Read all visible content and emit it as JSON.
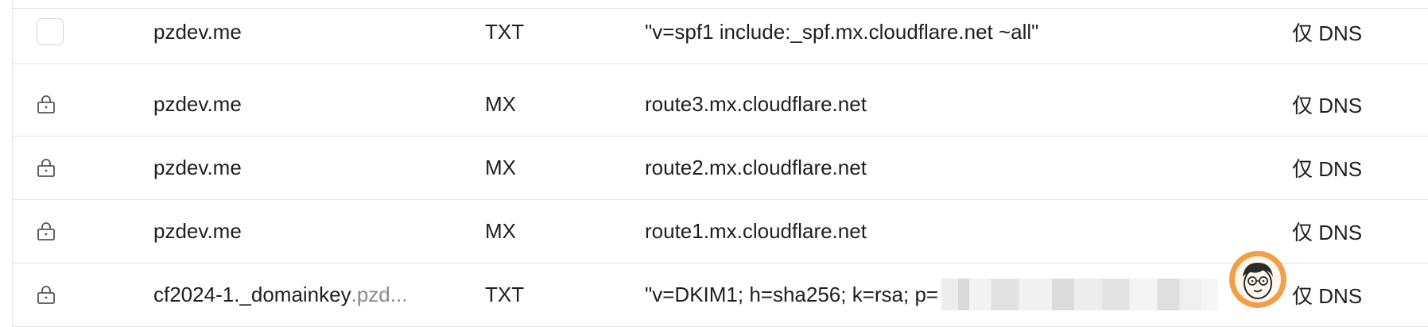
{
  "rows": [
    {
      "locked": true,
      "name": "pzdev.me",
      "name_muted": "",
      "type": "MX",
      "content": "route3.mx.cloudflare.net",
      "proxy": "仅 DNS"
    },
    {
      "locked": true,
      "name": "pzdev.me",
      "name_muted": "",
      "type": "MX",
      "content": "route2.mx.cloudflare.net",
      "proxy": "仅 DNS"
    },
    {
      "locked": true,
      "name": "pzdev.me",
      "name_muted": "",
      "type": "MX",
      "content": "route1.mx.cloudflare.net",
      "proxy": "仅 DNS"
    },
    {
      "locked": true,
      "name": "cf2024-1._domainkey",
      "name_muted": ".pzd...",
      "type": "TXT",
      "content": "\"v=DKIM1; h=sha256; k=rsa; p=",
      "proxy": "仅 DNS"
    },
    {
      "locked": false,
      "name": "pzdev.me",
      "name_muted": "",
      "type": "TXT",
      "content": "\"v=spf1 include:_spf.mx.cloudflare.net ~all\"",
      "proxy": "仅 DNS"
    }
  ],
  "icons": {
    "lock": "lock-icon",
    "checkbox": "row-checkbox",
    "avatar": "user-avatar"
  },
  "colors": {
    "border": "#e2e2e2",
    "muted_text": "#8a8a8a",
    "avatar_ring": "#f0a049"
  }
}
